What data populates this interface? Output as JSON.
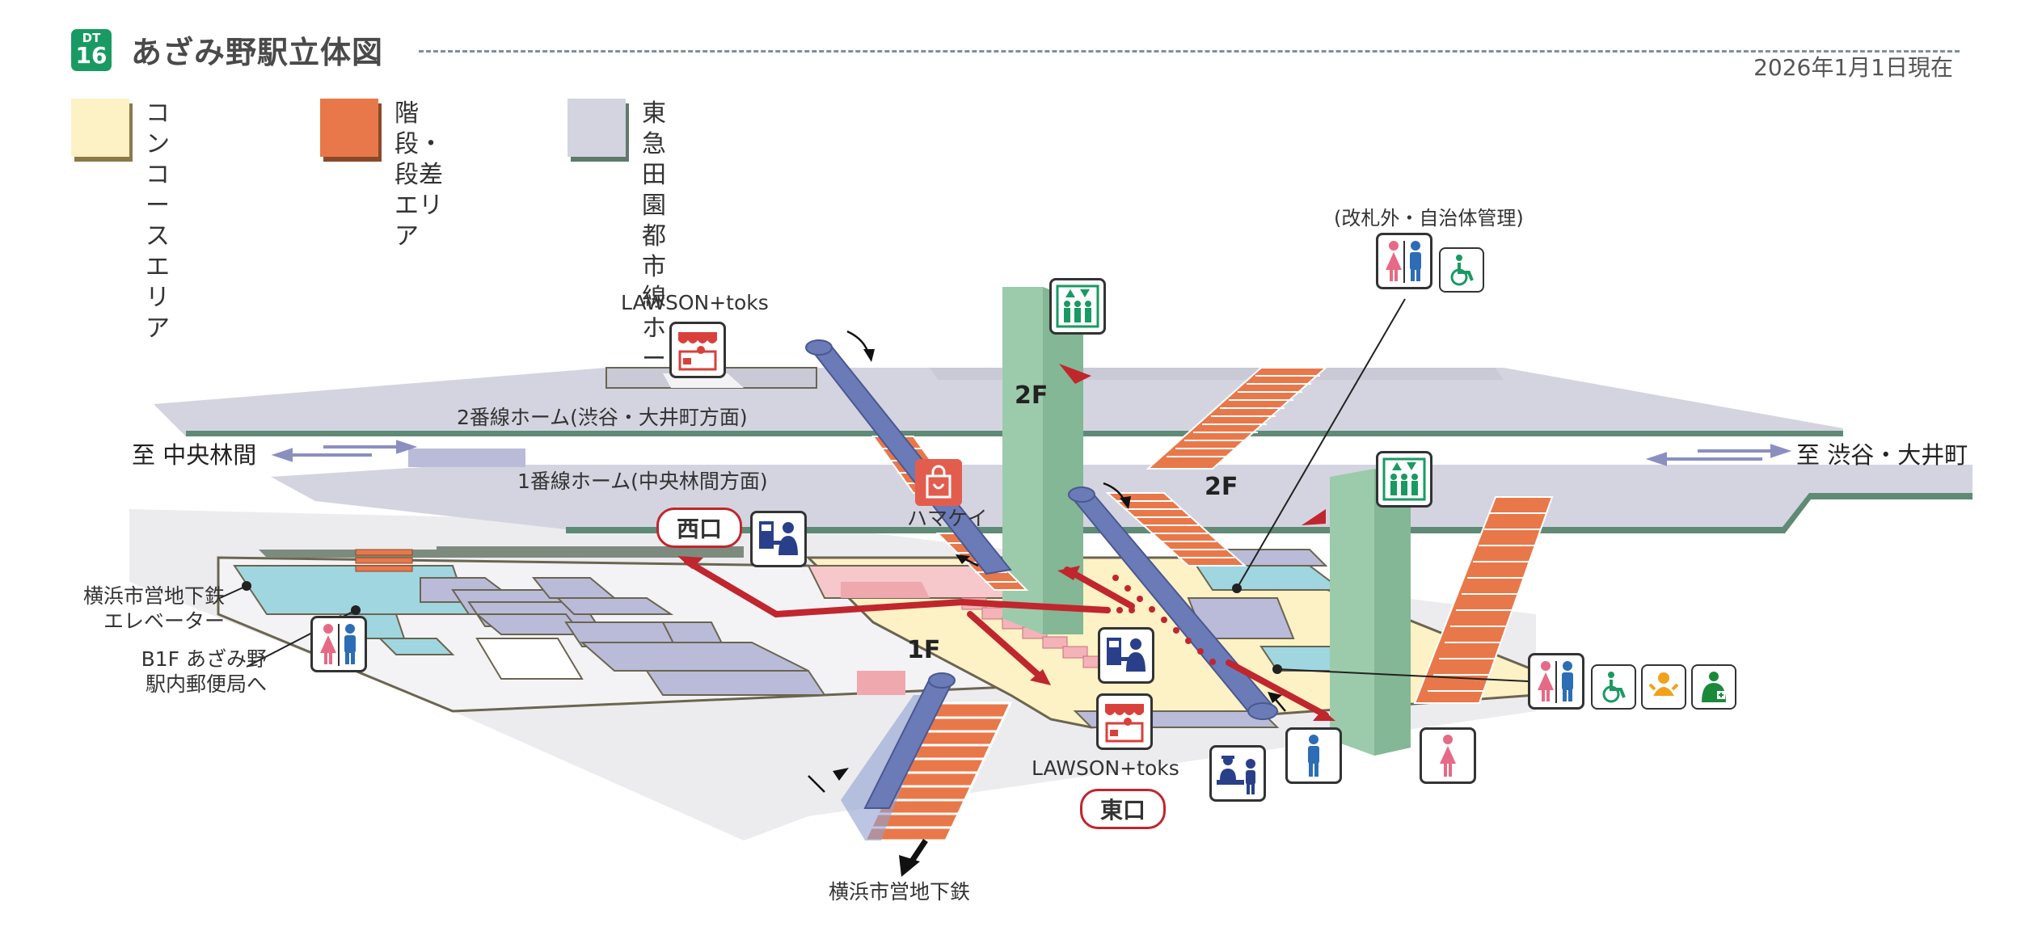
{
  "header": {
    "line_code": "DT",
    "station_number": "16",
    "title": "あざみ野駅立体図",
    "as_of": "2026年1月1日現在"
  },
  "legend": [
    {
      "label_line1": "コンコース",
      "label_line2": "エリア",
      "color": "#fdf1c6"
    },
    {
      "label_line1": "階段・段差",
      "label_line2": "エリア",
      "color": "#e8784a"
    },
    {
      "label_line1": "東急田園都市線",
      "label_line2": "ホーム",
      "color": "#d3d4df"
    }
  ],
  "directions": {
    "west": "至 中央林間",
    "east": "至 渋谷・大井町"
  },
  "platforms": {
    "platform2": "2番線ホーム(渋谷・大井町方面)",
    "platform1": "1番線ホーム(中央林間方面)"
  },
  "floors": {
    "second": "2F",
    "second_b": "2F",
    "first": "1F"
  },
  "exits": {
    "west": "西口",
    "east": "東口"
  },
  "labels": {
    "lawson_top": "LAWSON+toks",
    "lawson_bottom": "LAWSON+toks",
    "hamakei": "ハマケイ",
    "outside_gate": "(改札外・自治体管理)",
    "subway_elevator_line1": "横浜市営地下鉄",
    "subway_elevator_line2": "エレベーター",
    "post_office_line1": "B1F あざみ野",
    "post_office_line2": "駅内郵便局へ",
    "subway": "横浜市営地下鉄"
  },
  "colors": {
    "concourse": "#fdf1c6",
    "stairs": "#e8784a",
    "platform": "#d3d4df",
    "elevator_shaft": "#9ccbab",
    "escalator": "#6a7bb8",
    "route_arrow": "#c0262d",
    "badge": "#1a9a63"
  },
  "icons": [
    "restroom-icon",
    "accessible-restroom-icon",
    "baby-room-icon",
    "ostomate-icon",
    "elevator-icon",
    "ticket-machine-icon",
    "ticket-office-icon",
    "convenience-store-icon",
    "shop-bag-icon",
    "mens-restroom-icon",
    "womens-restroom-icon"
  ]
}
